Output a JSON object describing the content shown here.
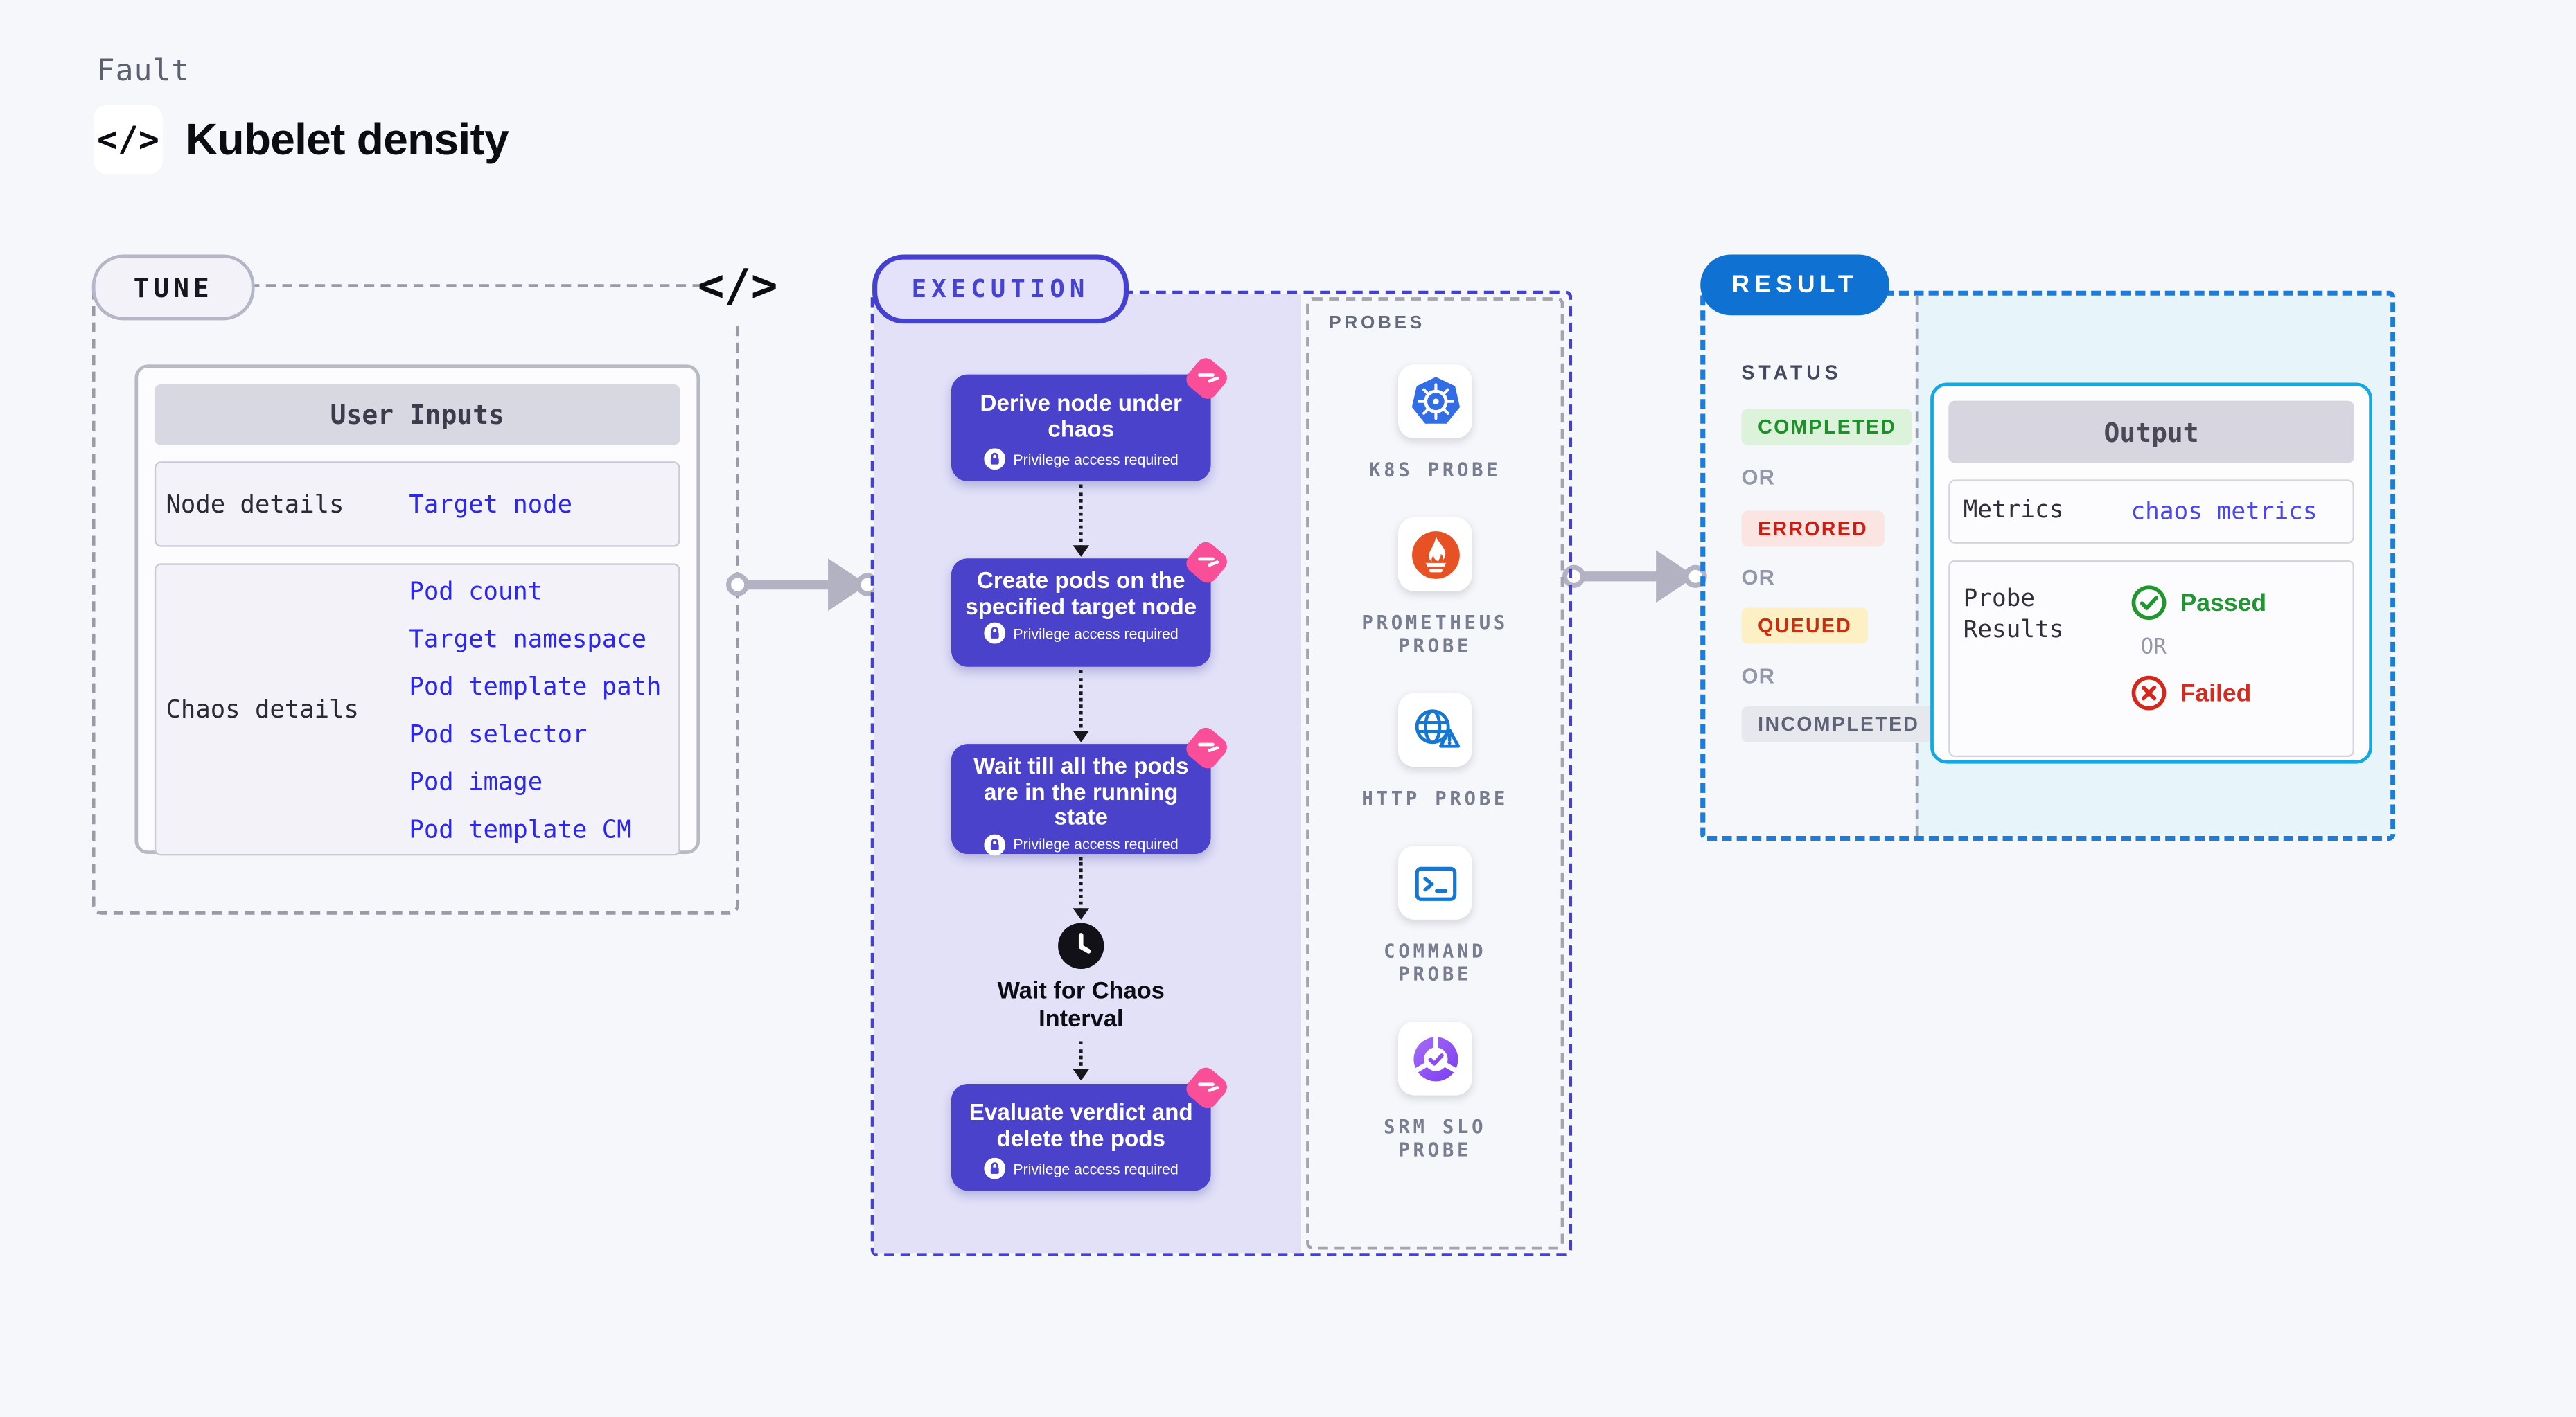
{
  "page": {
    "background": "#f6f7fa"
  },
  "header": {
    "eyebrow": "Fault",
    "title": "Kubelet density",
    "code_icon_glyph": "</>"
  },
  "tune": {
    "badge": "TUNE",
    "code_icon_glyph": "</>",
    "table": {
      "header": "User Inputs",
      "rows": [
        {
          "label": "Node details",
          "links": [
            "Target node"
          ]
        },
        {
          "label": "Chaos details",
          "links": [
            "Pod count",
            "Target namespace",
            "Pod template path",
            "Pod selector",
            "Pod image",
            "Pod template CM"
          ]
        }
      ]
    }
  },
  "execution": {
    "badge": "EXECUTION",
    "privilege_note": "Privilege access required",
    "steps": [
      {
        "title": "Derive node under chaos"
      },
      {
        "title": "Create pods on the specified target node"
      },
      {
        "title": "Wait till all the pods are in the running state"
      },
      {
        "title": "Evaluate verdict and delete the pods"
      }
    ],
    "wait_node_label": "Wait for Chaos\nInterval"
  },
  "probes": {
    "heading": "PROBES",
    "items": [
      {
        "label": "K8S PROBE"
      },
      {
        "label": "PROMETHEUS\nPROBE"
      },
      {
        "label": "HTTP PROBE"
      },
      {
        "label": "COMMAND\nPROBE"
      },
      {
        "label": "SRM SLO\nPROBE"
      }
    ]
  },
  "result": {
    "badge": "RESULT",
    "status_heading": "STATUS",
    "or_label": "OR",
    "statuses": [
      {
        "label": "COMPLETED",
        "fg": "#1d9129",
        "bg": "#dcf2db"
      },
      {
        "label": "ERRORED",
        "fg": "#cc1d12",
        "bg": "#fae5e3"
      },
      {
        "label": "QUEUED",
        "fg": "#cd2c0d",
        "bg": "#fcf0c4"
      },
      {
        "label": "INCOMPLETED",
        "fg": "#5f6377",
        "bg": "#e7e7ee"
      }
    ],
    "output": {
      "header": "Output",
      "metrics_label": "Metrics",
      "metrics_value": "chaos metrics",
      "probe_results_label": "Probe Results",
      "passed_label": "Passed",
      "failed_label": "Failed"
    }
  },
  "colors": {
    "accent_indigo": "#4a42ca",
    "accent_blue": "#0f72d2",
    "output_border_cyan": "#14a8e2",
    "link_blue": "#2b27ee",
    "lavender_fill": "#e2e1f8",
    "pink_badge": "#f94e98",
    "arrow_gray": "#b2b2c2",
    "k8s_blue": "#326de6",
    "prometheus_orange": "#e75225",
    "probe_icon_blue": "#1577d2",
    "srm_purple": "#8b4bf0"
  }
}
